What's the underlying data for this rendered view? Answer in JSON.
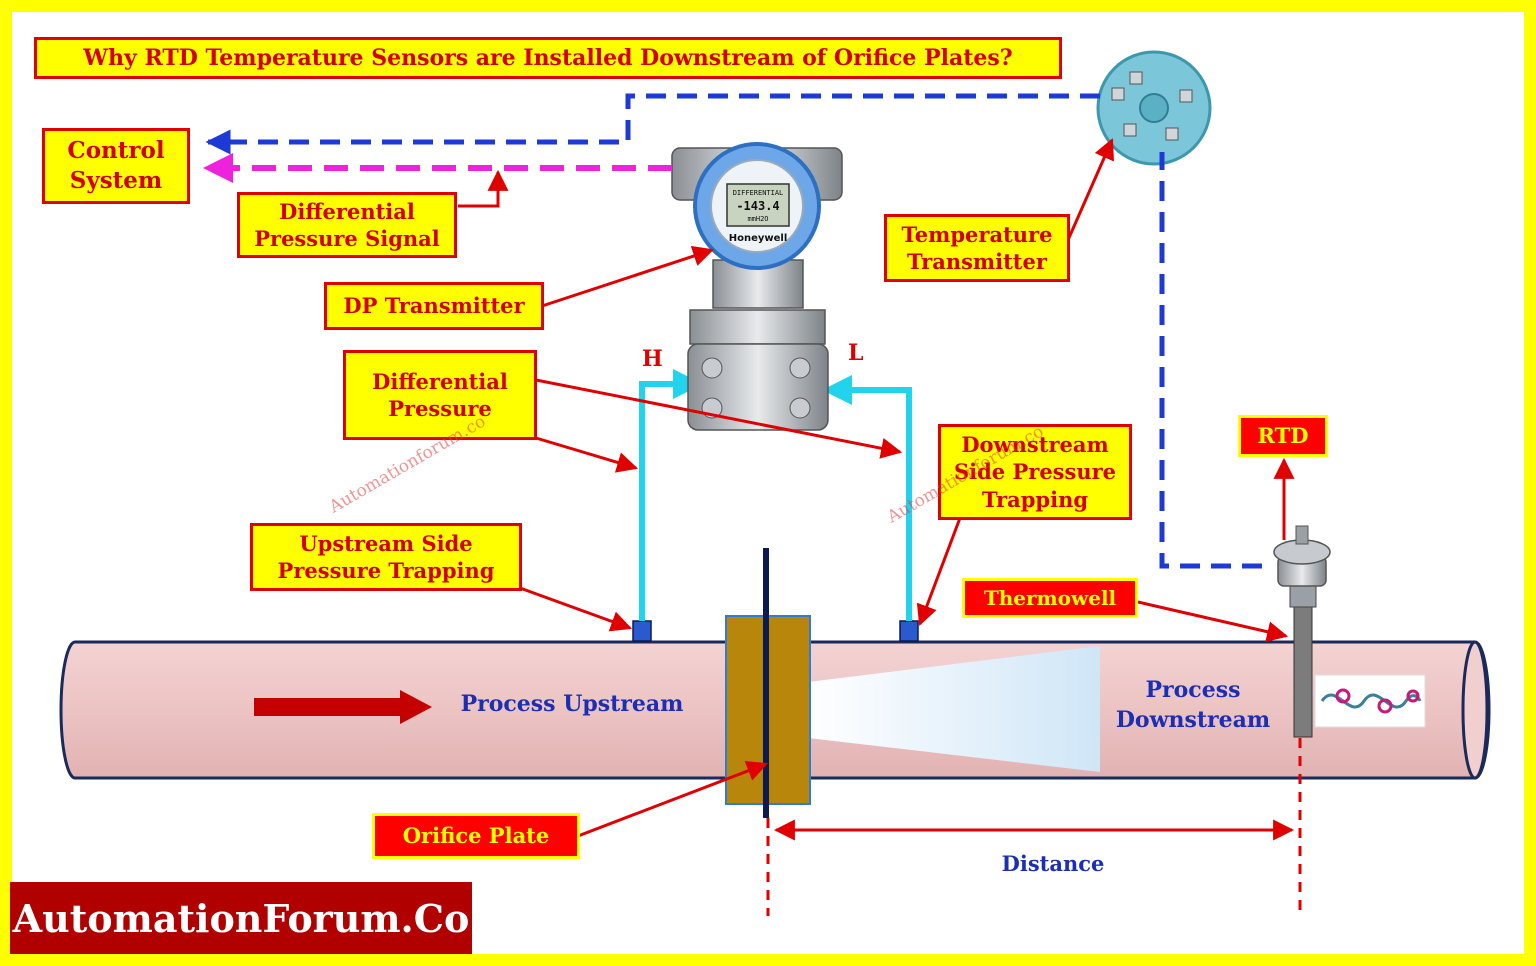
{
  "title": "Why RTD Temperature Sensors are Installed Downstream of Orifice Plates?",
  "labels": {
    "control_system": [
      "Control",
      "System"
    ],
    "dp_signal": [
      "Differential",
      "Pressure Signal"
    ],
    "dp_transmitter": "DP Transmitter",
    "differential_pressure": [
      "Differential",
      "Pressure"
    ],
    "upstream_trap": [
      "Upstream Side",
      "Pressure Trapping"
    ],
    "downstream_trap": [
      "Downstream",
      "Side Pressure",
      "Trapping"
    ],
    "temp_transmitter": [
      "Temperature",
      "Transmitter"
    ],
    "rtd": "RTD",
    "thermowell": "Thermowell",
    "orifice_plate": "Orifice Plate",
    "process_upstream": "Process Upstream",
    "process_downstream": [
      "Process",
      "Downstream"
    ],
    "distance": "Distance",
    "high": "H",
    "low": "L"
  },
  "transmitter": {
    "brand": "Honeywell",
    "display_title": "DIFFERENTIAL",
    "display_value": "-143.4",
    "display_unit": "mmH2O"
  },
  "watermark": "Automationforum.co",
  "brand_footer": "AutomationForum.Co",
  "colors": {
    "frame": "#ffff00",
    "label_border": "#e00000",
    "label_text": "#d40000",
    "process_text": "#1b2fb5",
    "impulse_line": "#22d3ee",
    "temp_signal": "#1e3ad6",
    "dp_signal": "#ee22dd",
    "pipe": "#efc6c6",
    "orifice_flange": "#b8860b"
  }
}
